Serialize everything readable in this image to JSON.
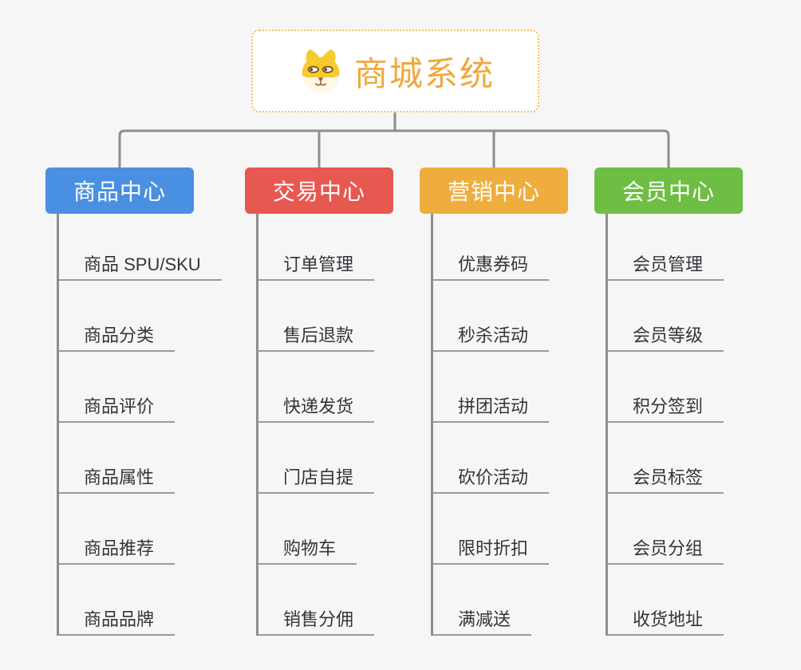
{
  "root": {
    "title": "商城系统",
    "icon": "dog-face-icon",
    "title_color": "#f0a83c",
    "border_color": "#f7be61"
  },
  "branches": [
    {
      "label": "商品中心",
      "color": "#4a90e2",
      "children": [
        "商品 SPU/SKU",
        "商品分类",
        "商品评价",
        "商品属性",
        "商品推荐",
        "商品品牌"
      ]
    },
    {
      "label": "交易中心",
      "color": "#e75851",
      "children": [
        "订单管理",
        "售后退款",
        "快递发货",
        "门店自提",
        "购物车",
        "销售分佣"
      ]
    },
    {
      "label": "营销中心",
      "color": "#efad3d",
      "children": [
        "优惠券码",
        "秒杀活动",
        "拼团活动",
        "砍价活动",
        "限时折扣",
        "满减送"
      ]
    },
    {
      "label": "会员中心",
      "color": "#6fbe44",
      "children": [
        "会员管理",
        "会员等级",
        "积分签到",
        "会员标签",
        "会员分组",
        "收货地址"
      ]
    }
  ],
  "connector_color": "#8e8e8e",
  "underline_color": "#9b9b9b",
  "background_color": "#f6f6f6"
}
